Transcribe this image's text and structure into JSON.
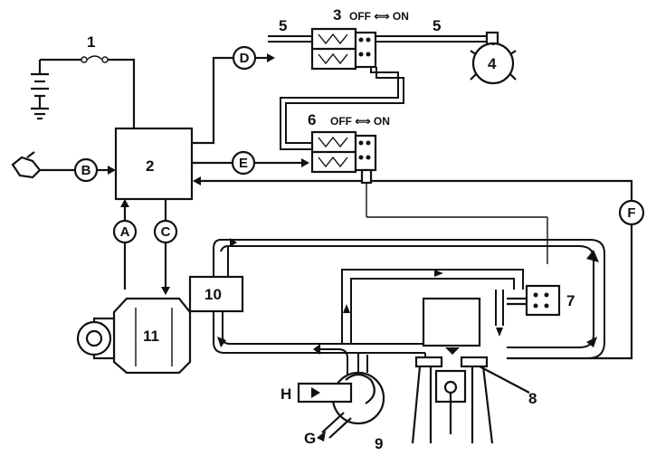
{
  "labels": {
    "n1": "1",
    "n2": "2",
    "n3": "3",
    "n4": "4",
    "n5a": "5",
    "n5b": "5",
    "n6": "6",
    "n7": "7",
    "n8": "8",
    "n9": "9",
    "n10": "10",
    "n11": "11",
    "A": "A",
    "B": "B",
    "C": "C",
    "D": "D",
    "E": "E",
    "F": "F",
    "G": "G",
    "H": "H"
  },
  "switch_top": "OFF ⟺ ON",
  "switch_mid": "OFF ⟺ ON"
}
